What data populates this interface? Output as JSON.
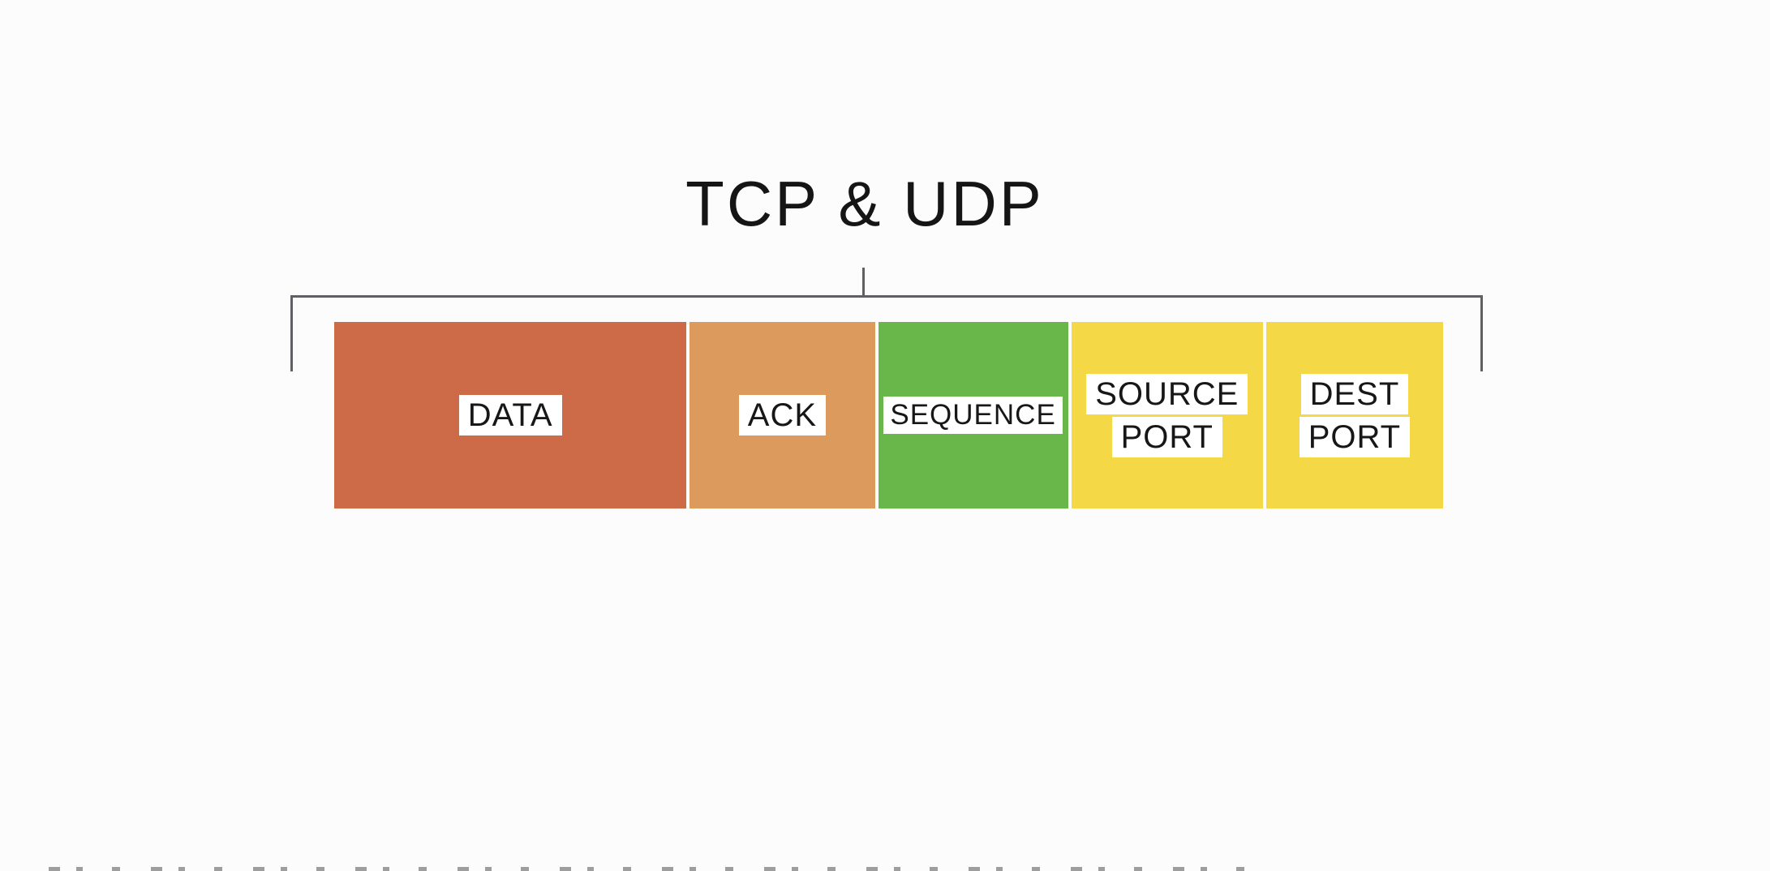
{
  "page": {
    "background": "#fcfcfc"
  },
  "title": {
    "text": "TCP & UDP",
    "color": "#151515"
  },
  "bracket": {
    "color": "#5f6063"
  },
  "bar": {
    "label_bg": "#ffffff",
    "label_text_color": "#171717",
    "segments": [
      {
        "name": "data",
        "lines": [
          "DATA"
        ],
        "color": "#cd6a47"
      },
      {
        "name": "ack",
        "lines": [
          "ACK"
        ],
        "color": "#dc9a5c"
      },
      {
        "name": "sequence",
        "lines": [
          "SEQUENCE"
        ],
        "color": "#69b74a"
      },
      {
        "name": "source-port",
        "lines": [
          "SOURCE",
          "PORT"
        ],
        "color": "#f4d845"
      },
      {
        "name": "dest-port",
        "lines": [
          "DEST",
          "PORT"
        ],
        "color": "#f4d845"
      }
    ]
  }
}
